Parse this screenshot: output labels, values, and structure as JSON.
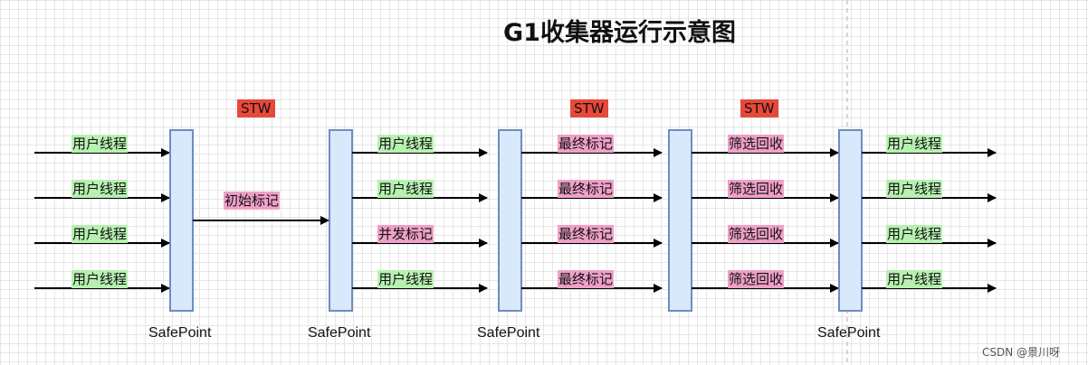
{
  "title": "G1收集器运行示意图",
  "stw_label": "STW",
  "safepoint_label": "SafePoint",
  "watermark": "CSDN @景川呀",
  "phase1": {
    "arrows": [
      "用户线程",
      "用户线程",
      "用户线程",
      "用户线程"
    ]
  },
  "phase2": {
    "label": "初始标记"
  },
  "phase3": {
    "arrows": [
      "用户线程",
      "用户线程",
      "并发标记",
      "用户线程"
    ]
  },
  "phase4": {
    "arrows": [
      "最终标记",
      "最终标记",
      "最终标记",
      "最终标记"
    ]
  },
  "phase5": {
    "arrows": [
      "筛选回收",
      "筛选回收",
      "筛选回收",
      "筛选回收"
    ]
  },
  "phase6": {
    "arrows": [
      "用户线程",
      "用户线程",
      "用户线程",
      "用户线程"
    ]
  },
  "colors": {
    "user_thread_bg": "#b7f0b1",
    "gc_phase_bg": "#f0a0c8",
    "stw_bg": "#e8483a",
    "safepoint_fill": "#dae8fc",
    "safepoint_stroke": "#6c8ebf"
  }
}
